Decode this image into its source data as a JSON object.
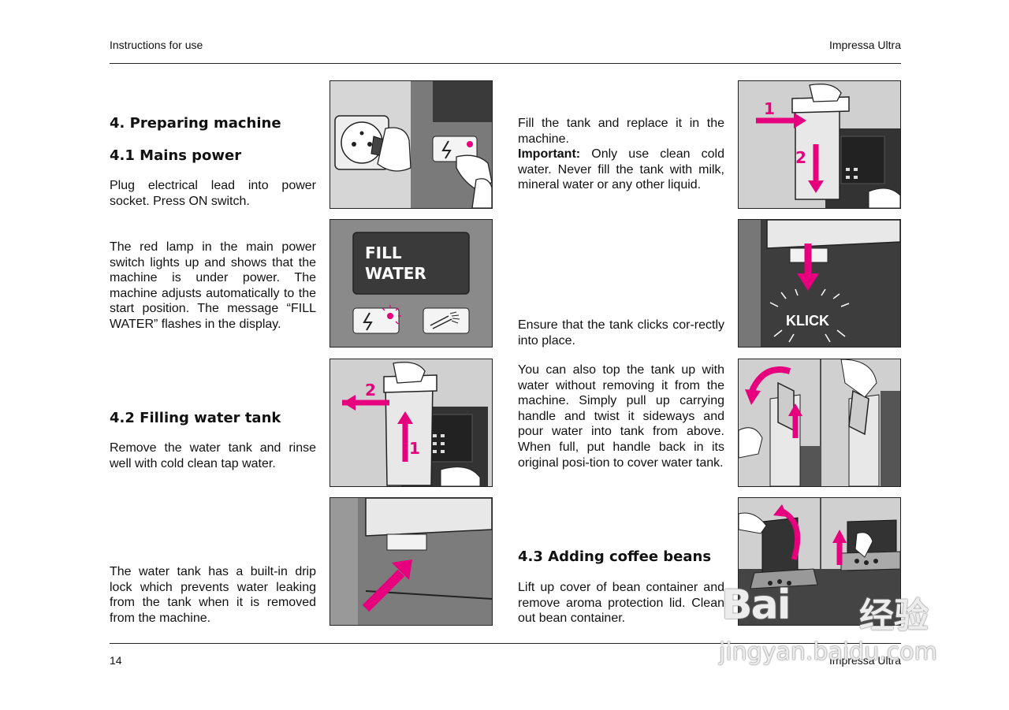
{
  "header": {
    "left": "Instructions for use",
    "right": "Impressa Ultra"
  },
  "footer": {
    "page_number": "14",
    "right": "Impressa Ultra"
  },
  "sections": {
    "main_title": "4. Preparing machine",
    "mains_power_title": "4.1 Mains power",
    "mains_power_text": "Plug electrical lead into power socket. Press ON switch.",
    "red_lamp_text": "The red lamp in the main power switch lights up and shows that the machine is under power. The machine adjusts automatically to the start position. The message “FILL WATER” flashes in the display.",
    "filling_title": "4.2 Filling water tank",
    "filling_text": "Remove the water tank and rinse well with cold clean tap water.",
    "drip_lock_text": "The water tank has a built-in drip lock which prevents water leaking from the tank when it is removed from the machine.",
    "fill_tank_text": "Fill the tank and replace it in the machine.",
    "important_label": "Important:",
    "important_text": " Only use clean cold water. Never fill the tank with milk, mineral water or any other liquid.",
    "ensure_text": "Ensure that the tank clicks cor-rectly into place.",
    "top_up_text": "You can also top the tank up with water without removing it from the machine. Simply pull up carrying handle and twist it sideways and pour water into tank from above. When full, put handle back in its original posi-tion to cover water tank.",
    "beans_title": "4.3 Adding coffee beans",
    "beans_text": "Lift up cover of bean container and remove aroma protection lid. Clean out bean container."
  },
  "figures": {
    "display_line1": "FILL",
    "display_line2": "WATER",
    "klick_label": "KLICK",
    "step1": "1",
    "step2": "2",
    "accent_color": "#e6007e"
  },
  "watermark": {
    "brand": "Bai",
    "brand_cn": "经验",
    "url": "jingyan.baidu.com"
  }
}
